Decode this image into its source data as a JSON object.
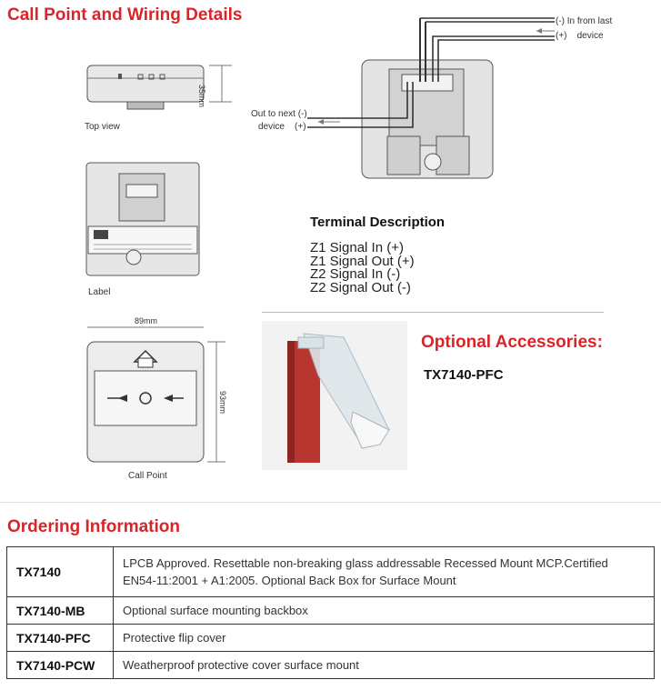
{
  "page_title": "Call Point and Wiring Details",
  "diagrams": {
    "top_view": {
      "caption": "Top view",
      "dim_height": "35mm"
    },
    "label_view": {
      "caption": "Label"
    },
    "call_point": {
      "caption": "Call Point",
      "dim_width": "89mm",
      "dim_height": "93mm"
    },
    "wiring": {
      "in_label_1": "(-) In from last",
      "in_label_2": "(+)    device",
      "out_label_1": "Out to next (-)",
      "out_label_2": "device    (+)"
    }
  },
  "terminal": {
    "title": "Terminal Description",
    "lines": [
      "Z1 Signal In (+)",
      "Z1 Signal Out (+)",
      "Z2 Signal In (-)",
      "Z2 Signal Out (-)"
    ]
  },
  "accessories": {
    "title": "Optional Accessories:",
    "code": "TX7140-PFC"
  },
  "ordering": {
    "title": "Ordering Information",
    "rows": [
      {
        "code": "TX7140",
        "description": "LPCB Approved. Resettable non-breaking glass addressable Recessed Mount MCP.Certified EN54-11:2001 + A1:2005. Optional Back Box for Surface Mount"
      },
      {
        "code": "TX7140-MB",
        "description": "Optional surface mounting backbox"
      },
      {
        "code": "TX7140-PFC",
        "description": "Protective flip cover"
      },
      {
        "code": "TX7140-PCW",
        "description": "Weatherproof protective cover surface mount"
      }
    ]
  },
  "colors": {
    "heading_red": "#d9252a",
    "cover_red": "#b9352f"
  }
}
